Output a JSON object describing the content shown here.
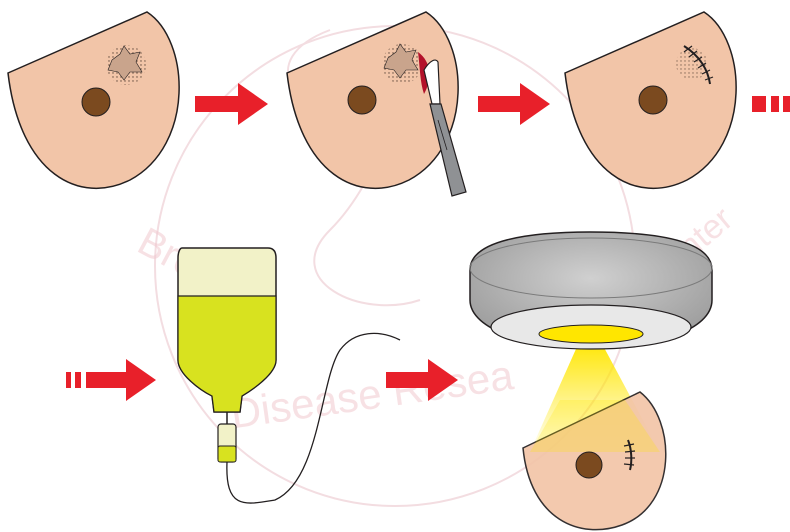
{
  "watermark": {
    "text_left": "Bre",
    "text_mid": "Disease Resea",
    "text_right": "nter",
    "color": "#f1c9cf"
  },
  "colors": {
    "skin": "#f2c5a8",
    "outline": "#231f20",
    "nipple": "#7b4a1f",
    "arrow": "#e8202a",
    "tumor": "#c9a48c",
    "blood": "#b3122a",
    "fluid": "#d8e21f",
    "bottle": "#f2f2c8",
    "machine_outer": "#b5b5b5",
    "machine_inner": "#e8e8e8",
    "beam": "#ffe600",
    "handle": "#8f9194"
  },
  "steps": [
    {
      "name": "tumor-in-breast"
    },
    {
      "name": "surgical-excision"
    },
    {
      "name": "sutured-scar"
    },
    {
      "name": "chemotherapy-infusion"
    },
    {
      "name": "radiotherapy"
    }
  ]
}
